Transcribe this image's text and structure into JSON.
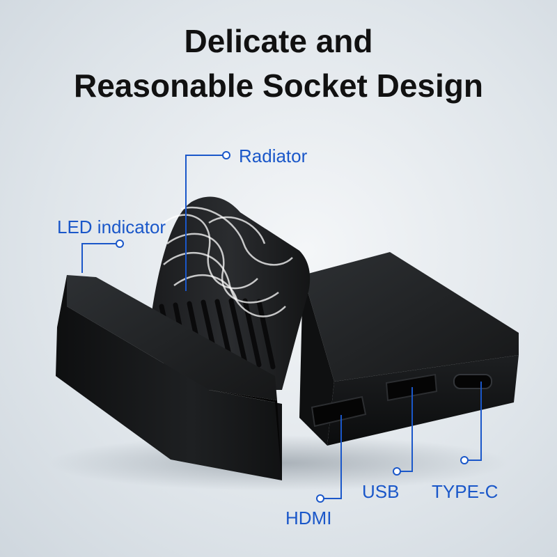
{
  "headline": {
    "line1": "Delicate and",
    "line2": "Reasonable Socket Design"
  },
  "callouts": {
    "radiator": "Radiator",
    "led": "LED indicator",
    "hdmi": "HDMI",
    "usb": "USB",
    "typec": "TYPE-C"
  },
  "colors": {
    "accent": "#1a57c9",
    "device": "#151617",
    "headline": "#111111"
  }
}
